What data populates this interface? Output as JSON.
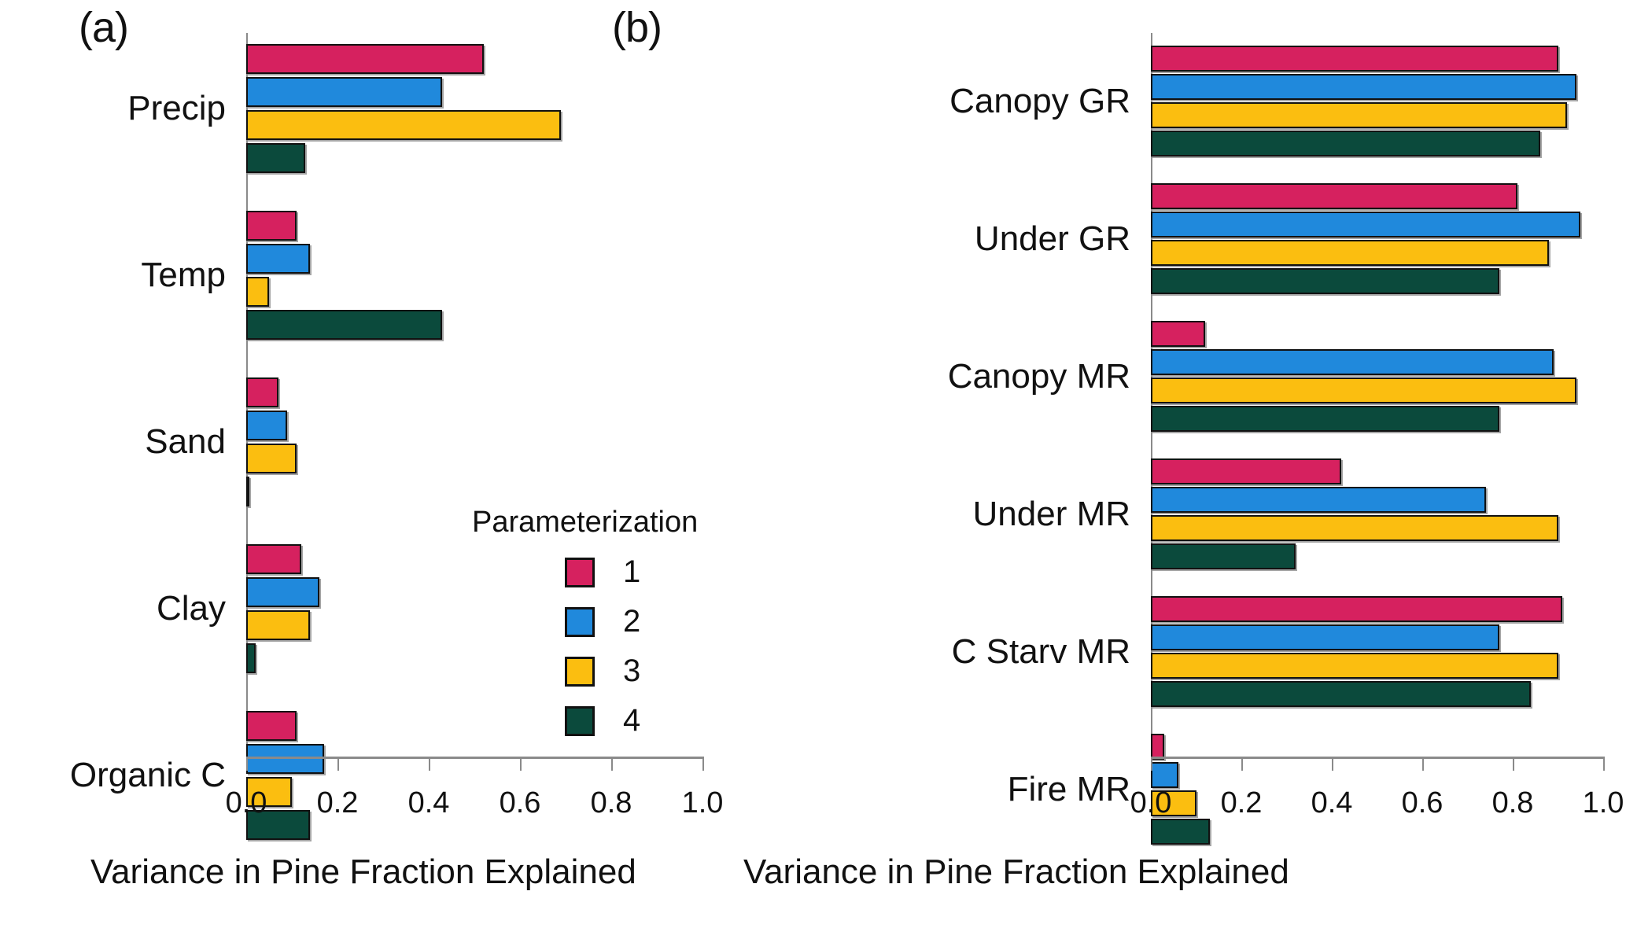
{
  "figure": {
    "panels": [
      {
        "letter": "(a)",
        "xlabel": "Variance in Pine Fraction Explained",
        "categories": [
          "Precip",
          "Temp",
          "Sand",
          "Clay",
          "Organic C"
        ],
        "ticklabels": [
          "0.0",
          "0.2",
          "0.4",
          "0.6",
          "0.8",
          "1.0"
        ]
      },
      {
        "letter": "(b)",
        "xlabel": "Variance in Pine Fraction Explained",
        "categories": [
          "Canopy GR",
          "Under GR",
          "Canopy MR",
          "Under MR",
          "C Starv MR",
          "Fire MR"
        ],
        "ticklabels": [
          "0.0",
          "0.2",
          "0.4",
          "0.6",
          "0.8",
          "1.0"
        ]
      }
    ]
  },
  "legend": {
    "title": "Parameterization",
    "entries": [
      {
        "label": "1",
        "color": "#D6215F"
      },
      {
        "label": "2",
        "color": "#2089DC"
      },
      {
        "label": "3",
        "color": "#FBBE10"
      },
      {
        "label": "4",
        "color": "#0B4A3C"
      }
    ]
  },
  "colors": {
    "series1": "#D6215F",
    "series2": "#2089DC",
    "series3": "#FBBE10",
    "series4": "#0B4A3C",
    "axis": "#8a8a8a",
    "outline": "#111111",
    "background": "#ffffff"
  },
  "chart_data": [
    {
      "type": "bar",
      "panel": "(a)",
      "orientation": "horizontal",
      "title": "",
      "xlabel": "Variance in Pine Fraction Explained",
      "ylabel": "",
      "xlim": [
        0.0,
        1.0
      ],
      "xticks": [
        0.0,
        0.2,
        0.4,
        0.6,
        0.8,
        1.0
      ],
      "grid": false,
      "legend": "inside-right",
      "categories": [
        "Precip",
        "Temp",
        "Sand",
        "Clay",
        "Organic C"
      ],
      "series": [
        {
          "name": "1",
          "color": "#D6215F",
          "values": [
            0.52,
            0.11,
            0.07,
            0.12,
            0.11
          ]
        },
        {
          "name": "2",
          "color": "#2089DC",
          "values": [
            0.43,
            0.14,
            0.09,
            0.16,
            0.17
          ]
        },
        {
          "name": "3",
          "color": "#FBBE10",
          "values": [
            0.69,
            0.05,
            0.11,
            0.14,
            0.1
          ]
        },
        {
          "name": "4",
          "color": "#0B4A3C",
          "values": [
            0.13,
            0.43,
            0.005,
            0.02,
            0.14
          ]
        }
      ]
    },
    {
      "type": "bar",
      "panel": "(b)",
      "orientation": "horizontal",
      "title": "",
      "xlabel": "Variance in Pine Fraction Explained",
      "ylabel": "",
      "xlim": [
        0.0,
        1.0
      ],
      "xticks": [
        0.0,
        0.2,
        0.4,
        0.6,
        0.8,
        1.0
      ],
      "grid": false,
      "legend": "none",
      "categories": [
        "Canopy GR",
        "Under GR",
        "Canopy MR",
        "Under MR",
        "C Starv MR",
        "Fire MR"
      ],
      "series": [
        {
          "name": "1",
          "color": "#D6215F",
          "values": [
            0.9,
            0.81,
            0.12,
            0.42,
            0.91,
            0.03
          ]
        },
        {
          "name": "2",
          "color": "#2089DC",
          "values": [
            0.94,
            0.95,
            0.89,
            0.74,
            0.77,
            0.06
          ]
        },
        {
          "name": "3",
          "color": "#FBBE10",
          "values": [
            0.92,
            0.88,
            0.94,
            0.9,
            0.9,
            0.1
          ]
        },
        {
          "name": "4",
          "color": "#0B4A3C",
          "values": [
            0.86,
            0.77,
            0.77,
            0.32,
            0.84,
            0.13
          ]
        }
      ]
    }
  ]
}
